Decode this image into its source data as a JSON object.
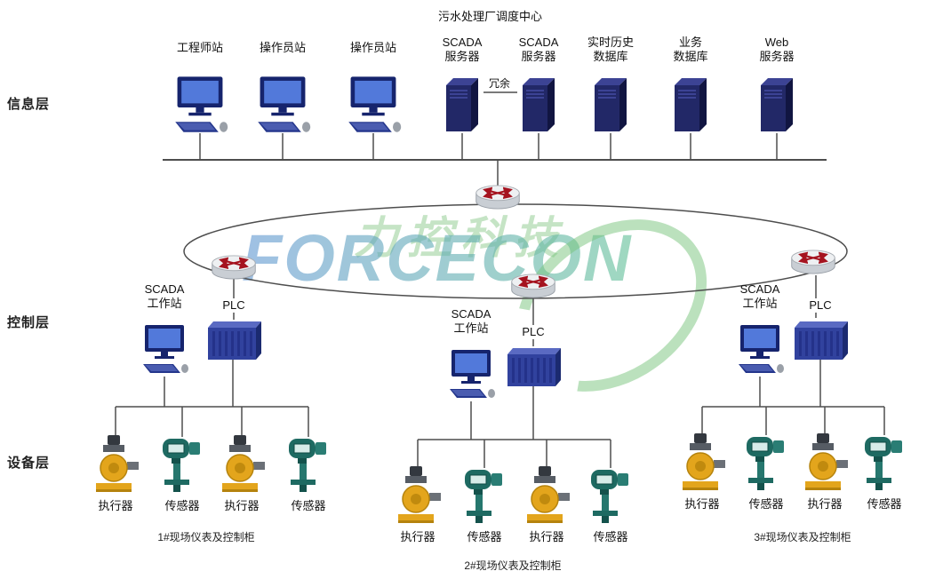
{
  "title": "污水处理厂调度中心",
  "layers": [
    {
      "label": "信息层"
    },
    {
      "label": "控制层"
    },
    {
      "label": "设备层"
    }
  ],
  "info_layer": {
    "redundancy_label": "冗余",
    "nodes": [
      {
        "label": "工程师站",
        "type": "workstation"
      },
      {
        "label": "操作员站",
        "type": "workstation"
      },
      {
        "label": "操作员站",
        "type": "workstation"
      },
      {
        "label": "SCADA\n服务器",
        "type": "server"
      },
      {
        "label": "SCADA\n服务器",
        "type": "server"
      },
      {
        "label": "实时历史\n数据库",
        "type": "server"
      },
      {
        "label": "业务\n数据库",
        "type": "server"
      },
      {
        "label": "Web\n服务器",
        "type": "server"
      }
    ]
  },
  "control_layer": {
    "groups": [
      {
        "workstation_label": "SCADA\n工作站",
        "plc_label": "PLC"
      },
      {
        "workstation_label": "SCADA\n工作站",
        "plc_label": "PLC"
      },
      {
        "workstation_label": "SCADA\n工作站",
        "plc_label": "PLC"
      }
    ]
  },
  "device_layer": {
    "groups": [
      {
        "caption": "1#现场仪表及控制柜",
        "devices": [
          {
            "label": "执行器",
            "type": "actuator"
          },
          {
            "label": "传感器",
            "type": "sensor"
          },
          {
            "label": "执行器",
            "type": "actuator"
          },
          {
            "label": "传感器",
            "type": "sensor"
          }
        ]
      },
      {
        "caption": "2#现场仪表及控制柜",
        "devices": [
          {
            "label": "执行器",
            "type": "actuator"
          },
          {
            "label": "传感器",
            "type": "sensor"
          },
          {
            "label": "执行器",
            "type": "actuator"
          },
          {
            "label": "传感器",
            "type": "sensor"
          }
        ]
      },
      {
        "caption": "3#现场仪表及控制柜",
        "devices": [
          {
            "label": "执行器",
            "type": "actuator"
          },
          {
            "label": "传感器",
            "type": "sensor"
          },
          {
            "label": "执行器",
            "type": "actuator"
          },
          {
            "label": "传感器",
            "type": "sensor"
          }
        ]
      }
    ]
  },
  "watermark": {
    "cn": "力控科技",
    "en": "FORCECON"
  }
}
